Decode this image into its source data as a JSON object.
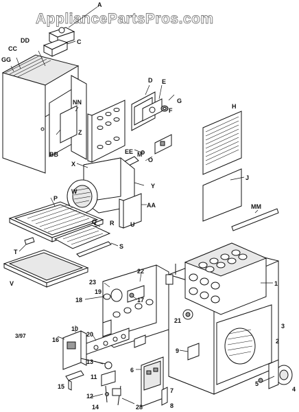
{
  "watermark": "AppliancePartsPros.com",
  "date_code": "3/97",
  "callouts": {
    "A": "A",
    "C": "C",
    "DD": "DD",
    "CC": "CC",
    "GG": "GG",
    "D": "D",
    "E": "E",
    "F": "F",
    "G": "G",
    "H": "H",
    "NN": "NN",
    "Z": "Z",
    "BB": "BB",
    "EE": "EE",
    "M": "M",
    "O": "O",
    "X": "X",
    "W": "W",
    "Y": "Y",
    "J": "J",
    "P": "P",
    "AA": "AA",
    "U": "U",
    "Q": "Q",
    "R": "R",
    "MM": "MM",
    "S": "S",
    "T": "T",
    "V": "V",
    "n1": "1",
    "n2": "2",
    "n3": "3",
    "n4": "4",
    "n5": "5",
    "n6": "6",
    "n7": "7",
    "n8": "8",
    "n9": "9",
    "n10": "10",
    "n11": "11",
    "n12": "12",
    "n13": "13",
    "n14": "14",
    "n15": "15",
    "n16": "16",
    "n17": "17",
    "n18": "18",
    "n19": "19",
    "n20": "20",
    "n21": "21",
    "n22": "22",
    "n23": "23",
    "n28": "28"
  }
}
